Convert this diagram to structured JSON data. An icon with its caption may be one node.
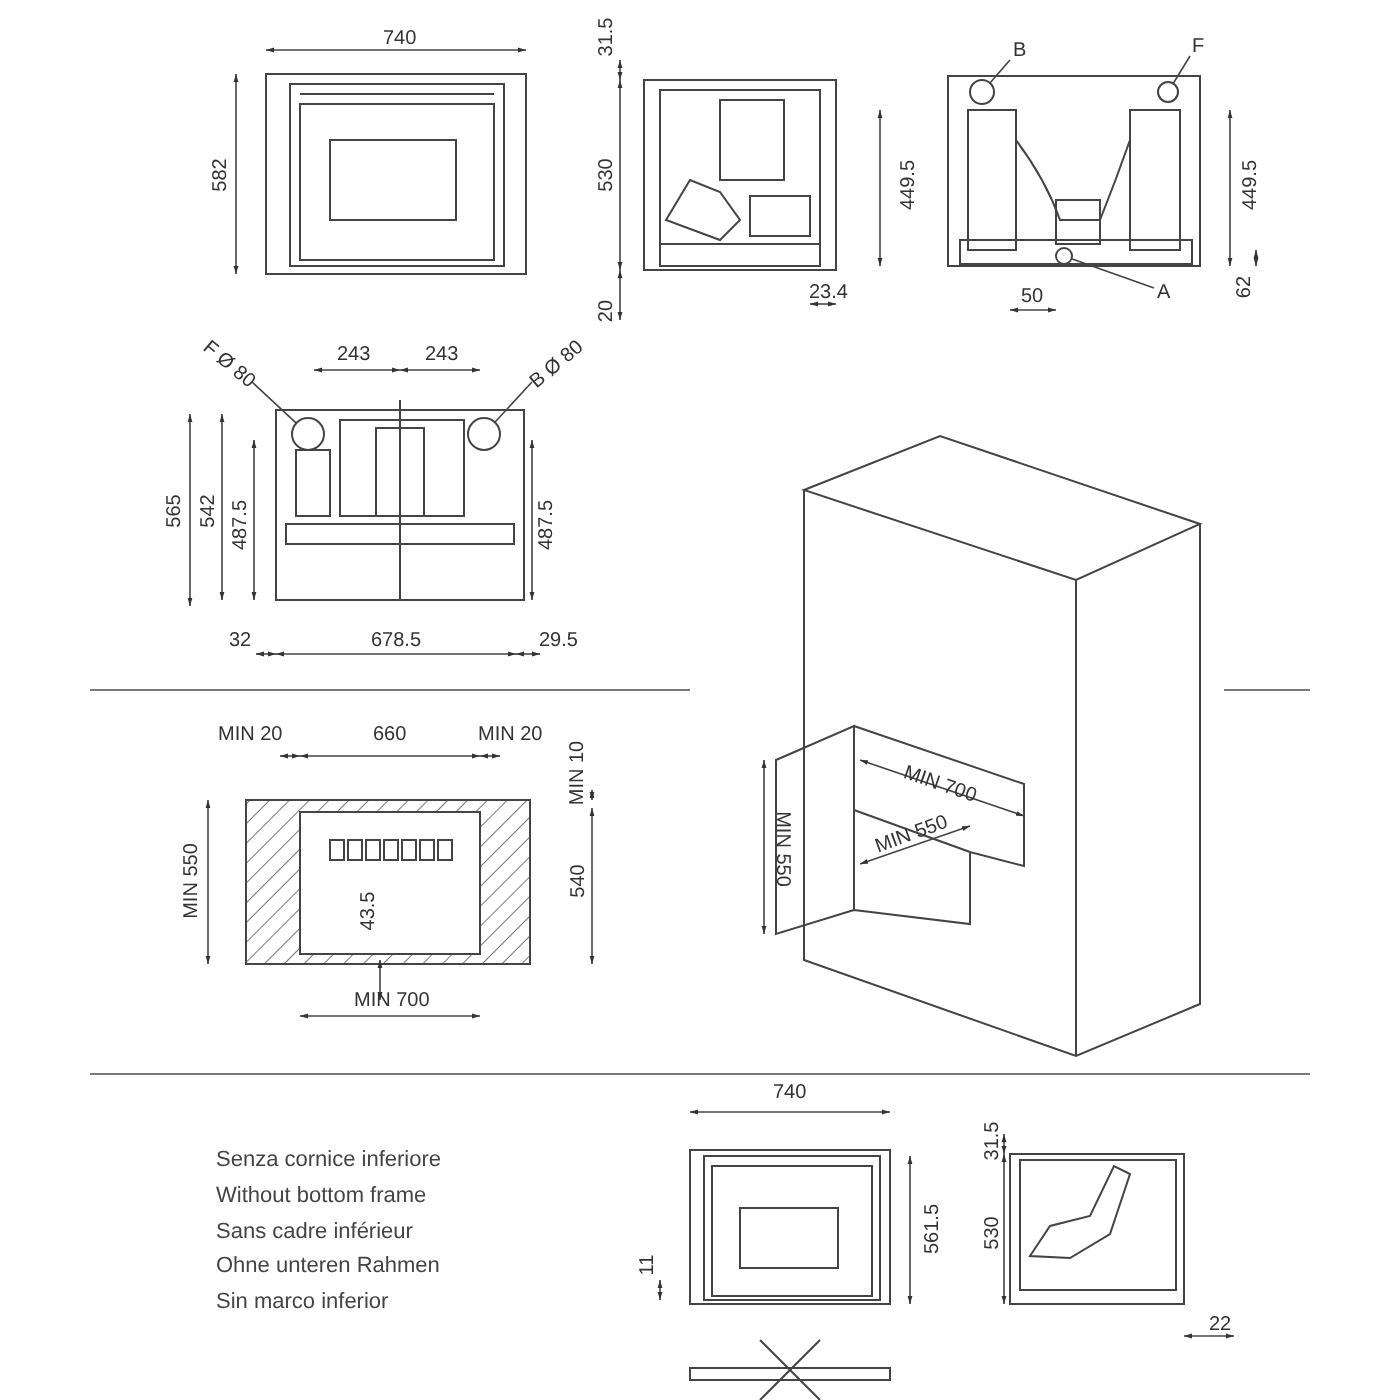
{
  "diagram": {
    "nodes": [
      {
        "text": [
          "B"
        ]
      },
      {
        "text": [
          "F"
        ]
      },
      {
        "text": [
          "A"
        ]
      },
      {
        "text": [
          "F Ø 80"
        ]
      },
      {
        "text": [
          "B Ø 80"
        ]
      },
      {
        "text": [],
        "shape": "circle"
      },
      {
        "text": [],
        "shape": "circle"
      },
      {
        "text": [],
        "shape": "circle"
      },
      {
        "text": [],
        "shape": "circle"
      },
      {
        "text": [],
        "shape": "circle"
      }
    ],
    "edges": [
      {
        "from": 0,
        "to": 5,
        "arrow": "none"
      },
      {
        "from": 1,
        "to": 6,
        "arrow": "none"
      },
      {
        "from": 2,
        "to": 7,
        "arrow": "none"
      },
      {
        "from": 3,
        "to": 8,
        "arrow": "none"
      },
      {
        "from": 4,
        "to": 9,
        "arrow": "none"
      }
    ],
    "labels": [
      "740",
      "582",
      "31.5",
      "530",
      "20",
      "23.4",
      "449.5",
      "449.5",
      "50",
      "62",
      "243",
      "243",
      "565",
      "542",
      "487.5",
      "487.5",
      "32",
      "678.5",
      "29.5",
      "MIN 20",
      "660",
      "MIN 20",
      "MIN 10",
      "MIN 550",
      "540",
      "43.5",
      "MIN 700",
      "MIN 700",
      "MIN 550",
      "MIN 550",
      "Senza cornice inferiore",
      "Without bottom frame",
      "Sans cadre inférieur",
      "Ohne unteren Rahmen",
      "Sin marco inferior",
      "740",
      "561.5",
      "11",
      "31.5",
      "530",
      "22"
    ]
  }
}
